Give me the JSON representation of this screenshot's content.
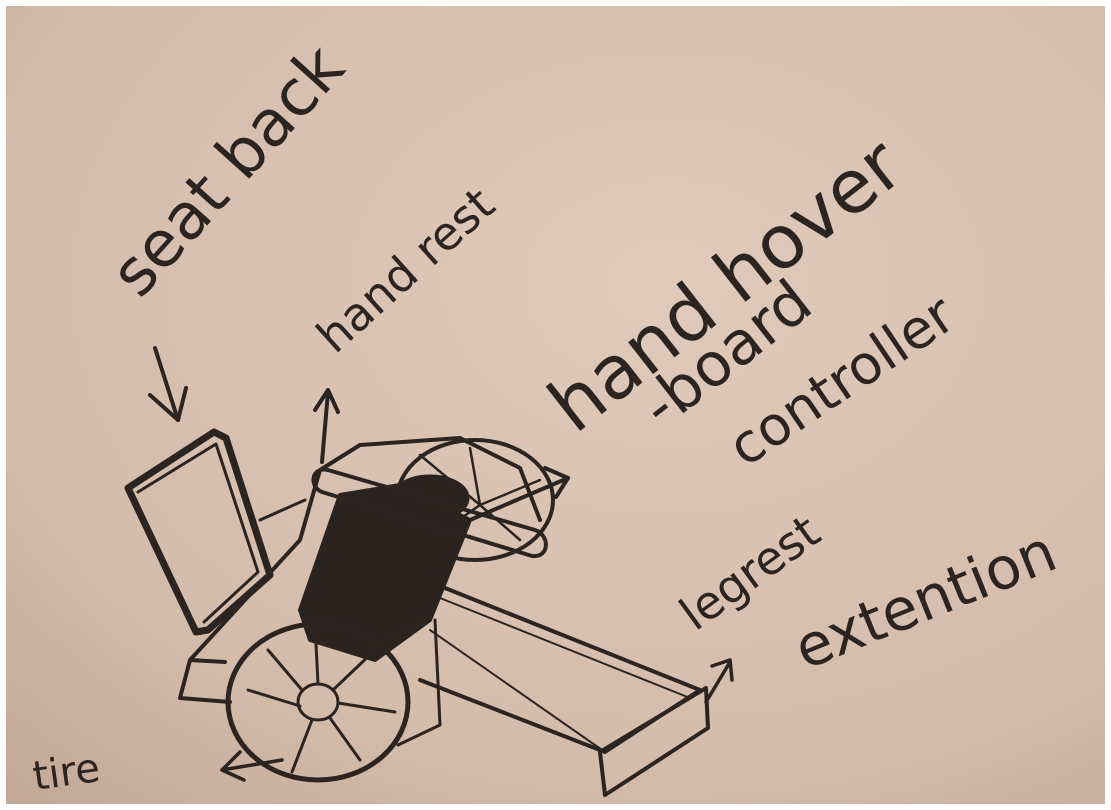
{
  "sketch": {
    "paper_color": "#d9c2b2",
    "ink_color": "#2b2420",
    "labels": {
      "seat_back": "seat back",
      "hand_rest": "hand rest",
      "hand_hover": "hand hover",
      "board": "-board",
      "controller": "controller",
      "legrest": "legrest",
      "extention": "extention",
      "tire": "tire"
    }
  }
}
